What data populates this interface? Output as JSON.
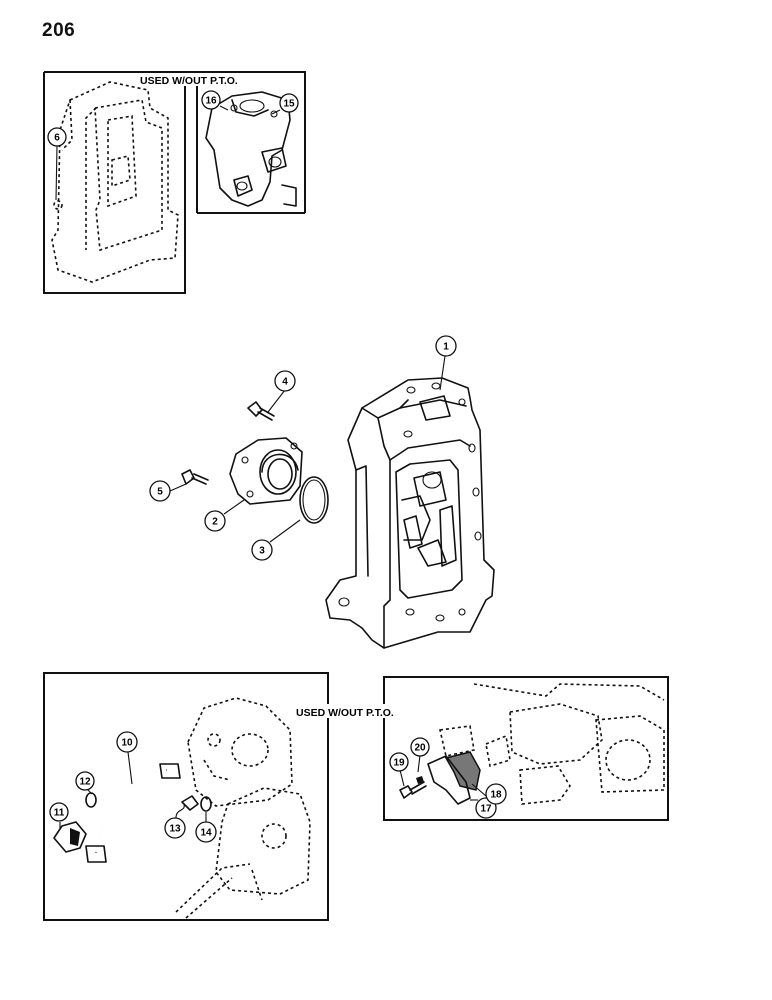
{
  "page": {
    "number": "206"
  },
  "insets": {
    "top_left_caption": "USED W/OUT P.T.O.",
    "bottom_right_caption": "USED W/OUT P.T.O."
  },
  "callouts": {
    "c1": "1",
    "c2": "2",
    "c3": "3",
    "c4": "4",
    "c5": "5",
    "c6": "6",
    "c10": "10",
    "c11": "11",
    "c12": "12",
    "c13": "13",
    "c14": "14",
    "c15": "15",
    "c16": "16",
    "c17": "17",
    "c18": "18",
    "c19": "19",
    "c20": "20"
  }
}
